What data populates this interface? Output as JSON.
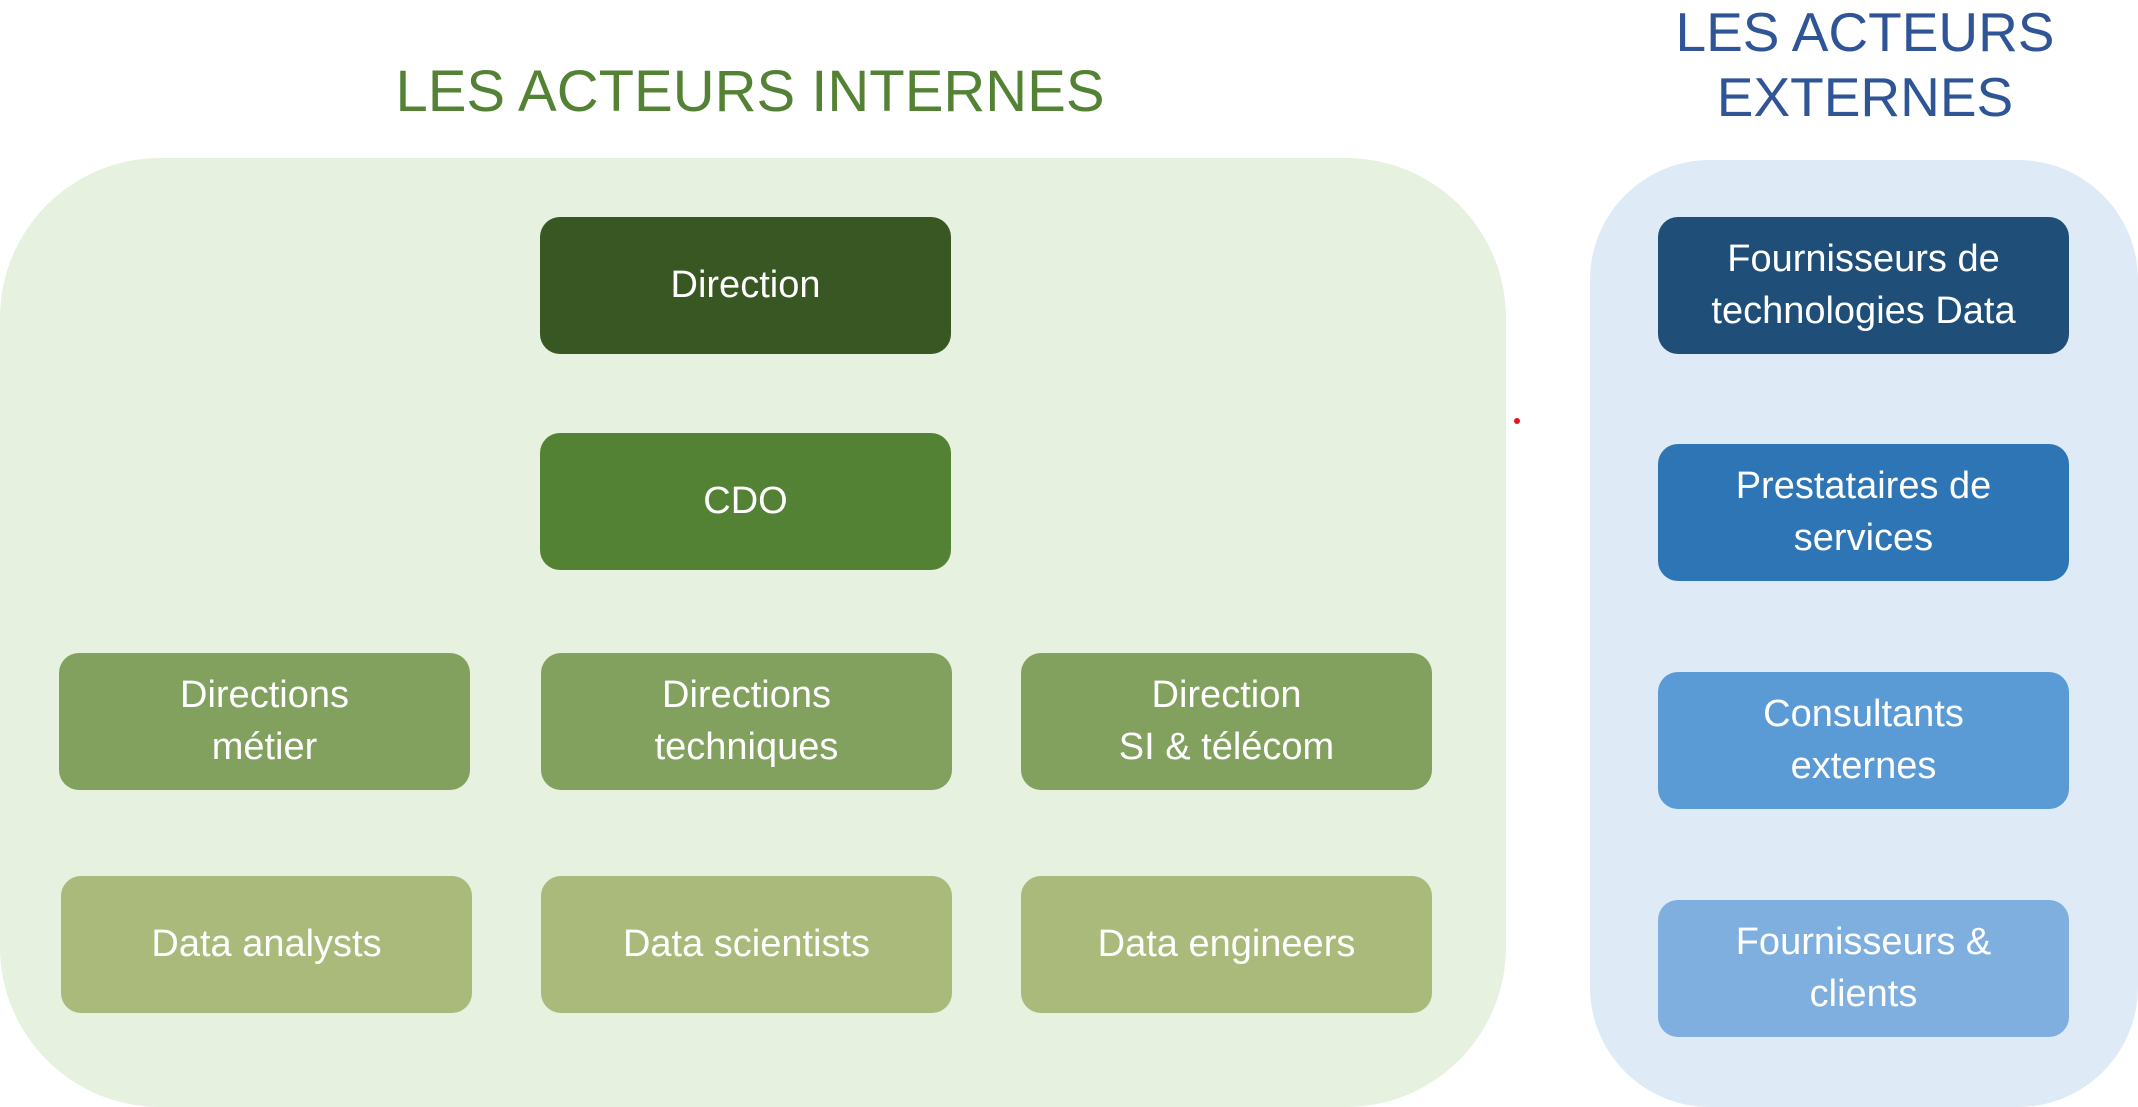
{
  "colors": {
    "internal_title": "#548235",
    "external_title": "#2F5597",
    "internal_panel": "#E6F1DF",
    "external_panel": "#DEEAF6",
    "red_dot": "#E0161C"
  },
  "internal": {
    "title": "LES ACTEURS INTERNES",
    "boxes": [
      {
        "label": "Direction",
        "color": "#385723"
      },
      {
        "label": "CDO",
        "color": "#548235"
      },
      {
        "label": "Directions\nmétier",
        "color": "#82A15F"
      },
      {
        "label": "Directions\ntechniques",
        "color": "#82A15F"
      },
      {
        "label": "Direction\nSI & télécom",
        "color": "#82A15F"
      },
      {
        "label": "Data analysts",
        "color": "#A9BA7A"
      },
      {
        "label": "Data scientists",
        "color": "#A9BA7A"
      },
      {
        "label": "Data engineers",
        "color": "#A9BA7A"
      }
    ]
  },
  "external": {
    "title": "LES ACTEURS\nEXTERNES",
    "boxes": [
      {
        "label": "Fournisseurs de\ntechnologies Data",
        "color": "#1F4E79"
      },
      {
        "label": "Prestataires de\nservices",
        "color": "#2E75B6"
      },
      {
        "label": "Consultants\nexternes",
        "color": "#5B9BD5"
      },
      {
        "label": "Fournisseurs &\nclients",
        "color": "#7FAFDF"
      }
    ]
  }
}
